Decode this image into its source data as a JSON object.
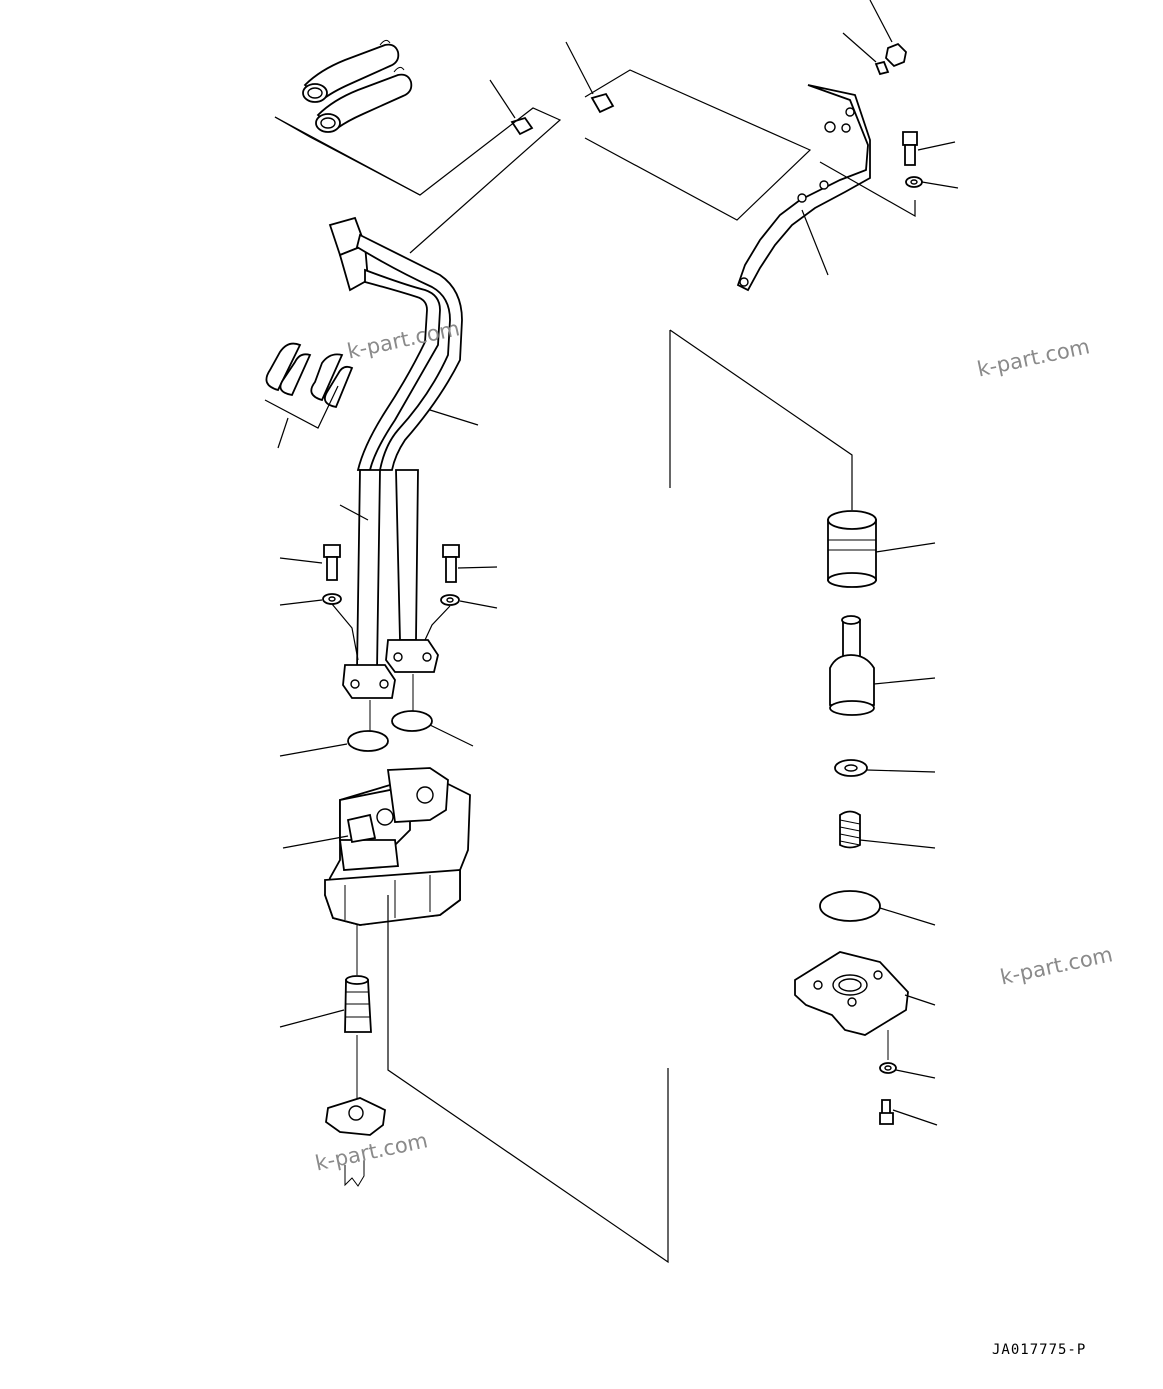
{
  "drawing": {
    "code": "JA017775-P"
  },
  "watermarks": [
    {
      "text": "k-part.com"
    },
    {
      "text": "k-part.com"
    },
    {
      "text": "k-part.com"
    },
    {
      "text": "k-part.com"
    }
  ],
  "colors": {
    "lines": "#000000",
    "background": "#ffffff",
    "watermark": "#8a8a8a"
  }
}
